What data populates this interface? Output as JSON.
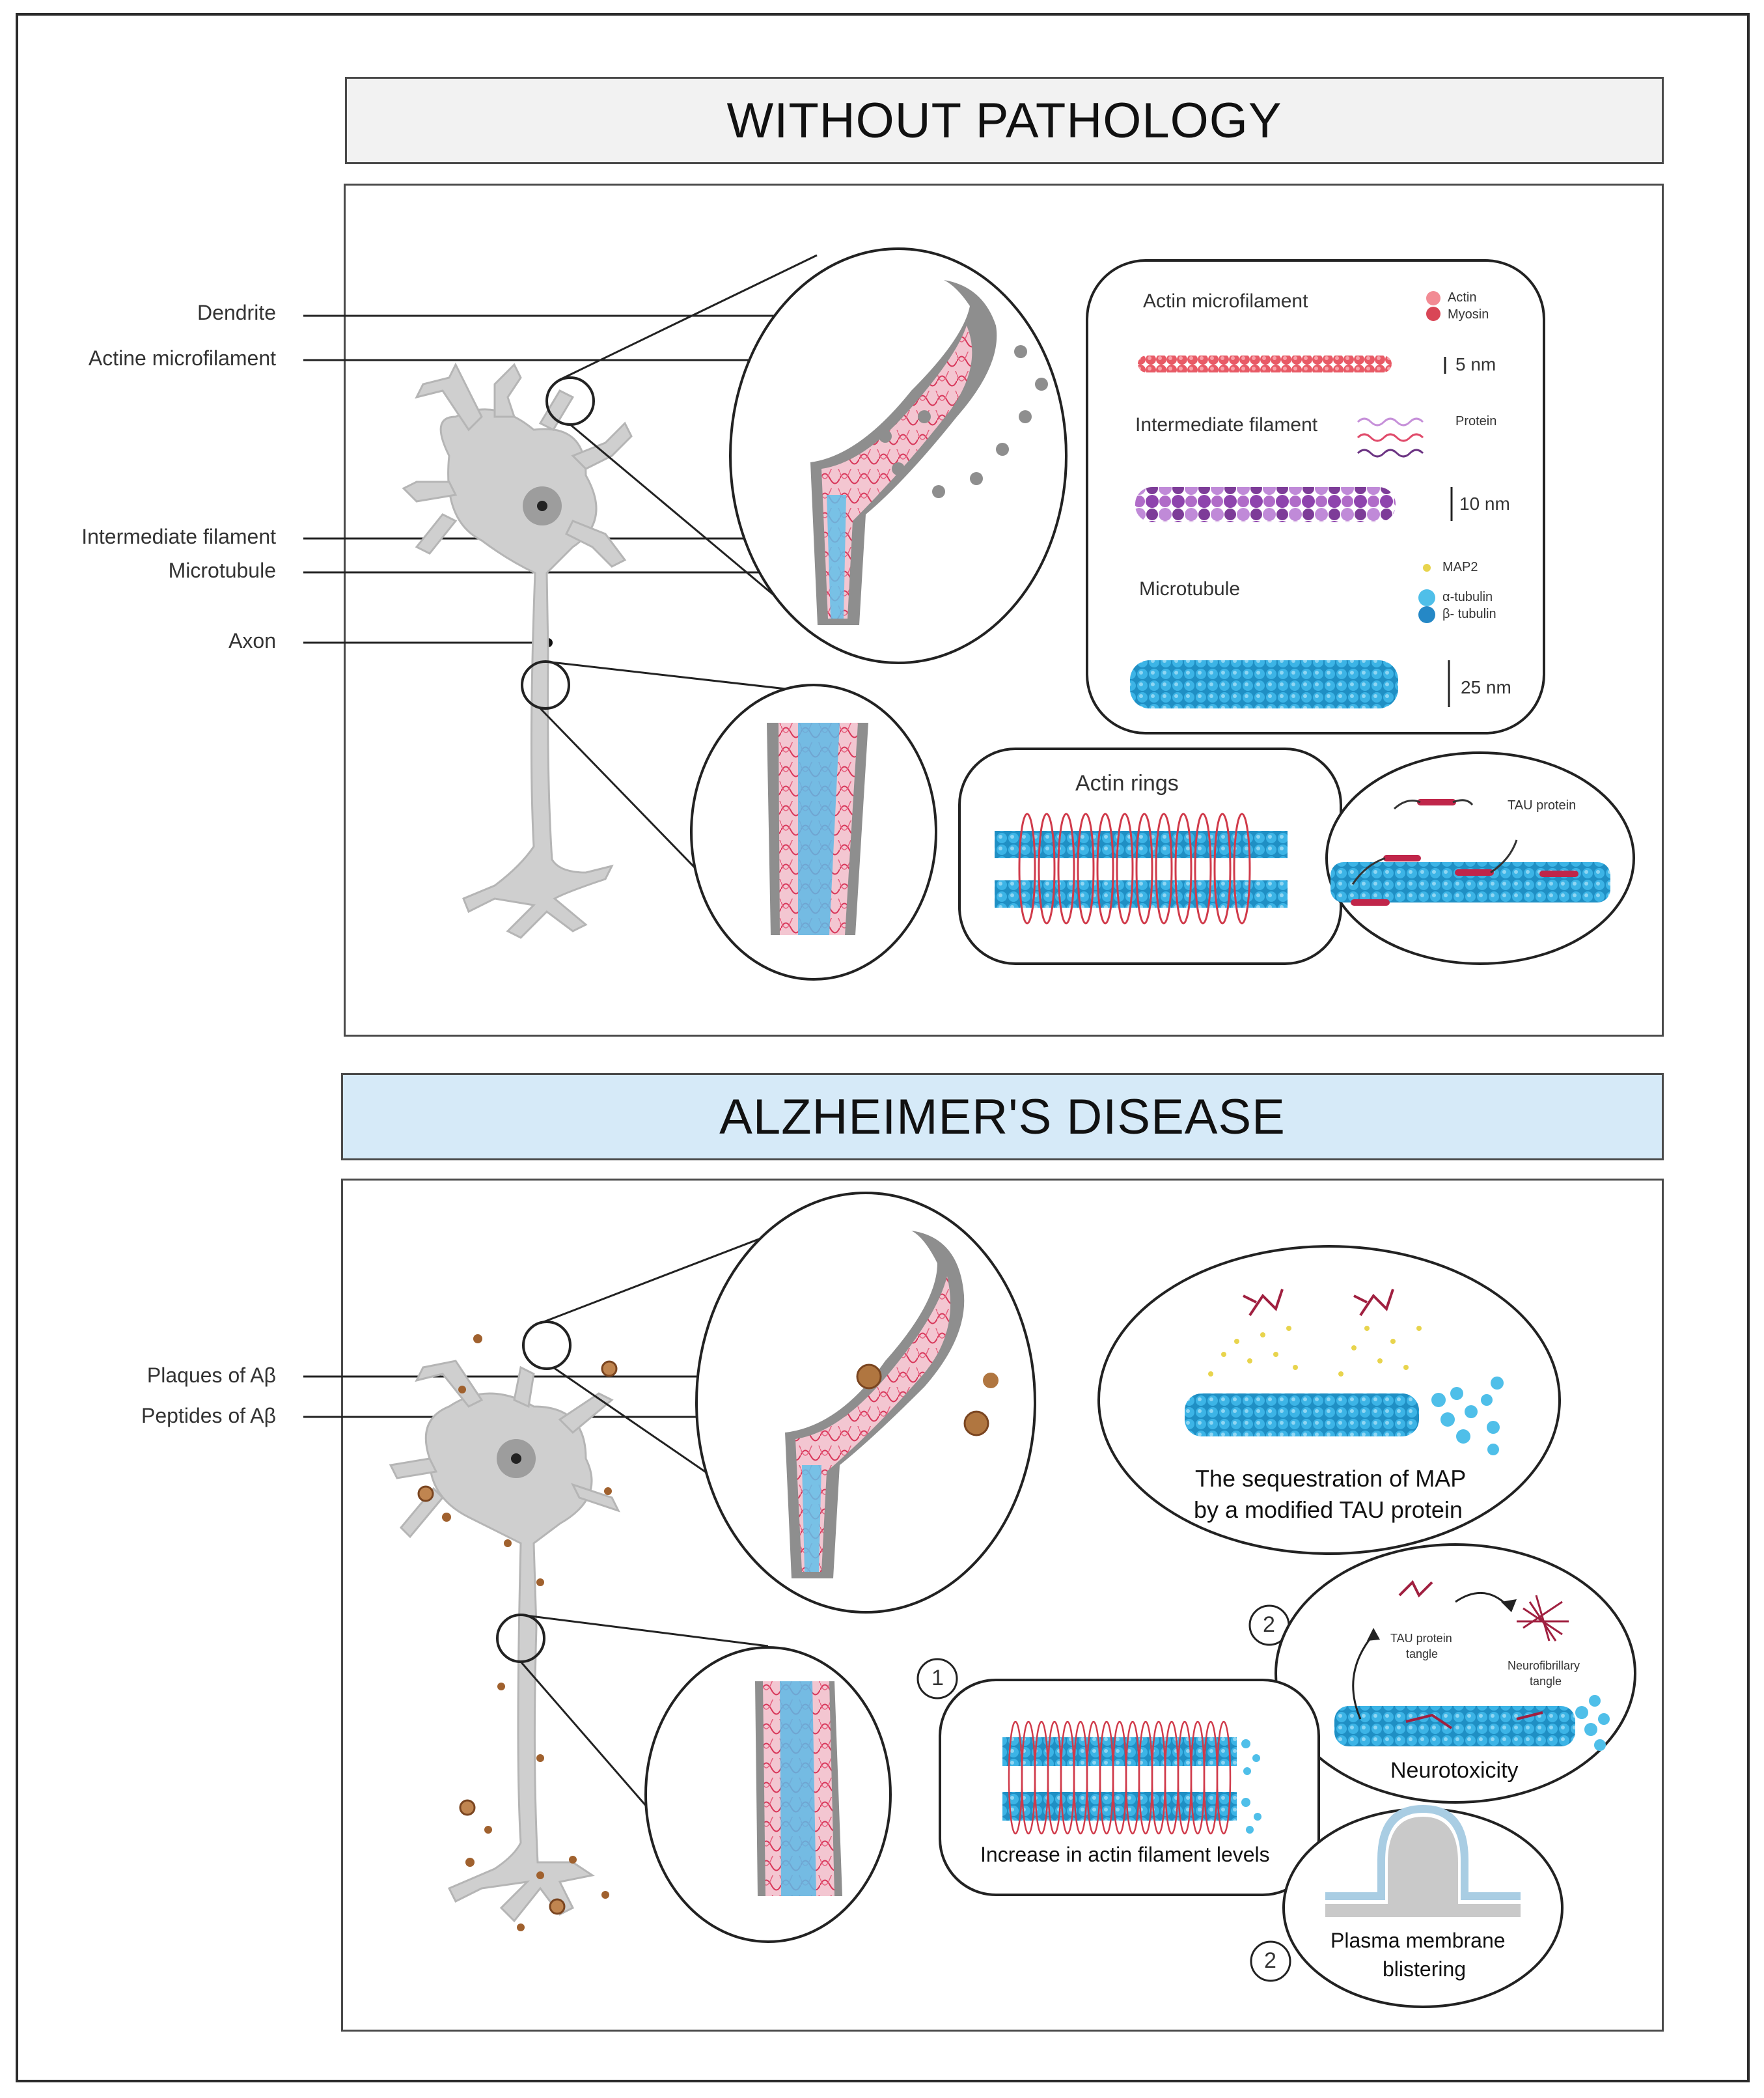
{
  "sections": {
    "healthy_title": "WITHOUT PATHOLOGY",
    "disease_title": "ALZHEIMER'S DISEASE"
  },
  "healthy_labels": {
    "dendrite": "Dendrite",
    "actine": "Actine microfilament",
    "intermediate": "Intermediate filament",
    "microtubule": "Microtubule",
    "axon": "Axon"
  },
  "legend": {
    "actin_title": "Actin microfilament",
    "actin_key_1": "Actin",
    "actin_key_2": "Myosin",
    "actin_size": "5 nm",
    "if_title": "Intermediate filament",
    "if_key": "Protein",
    "if_size": "10 nm",
    "mt_title": "Microtubule",
    "mt_key_1": "MAP2",
    "mt_key_2": "α-tubulin",
    "mt_key_3": "β- tubulin",
    "mt_size": "25 nm"
  },
  "actin_rings": {
    "title": "Actin rings",
    "tau_label": "TAU protein"
  },
  "disease_labels": {
    "plaques": "Plaques of Aβ",
    "peptides": "Peptides of Aβ"
  },
  "sequestration": {
    "line1": "The sequestration of MAP",
    "line2": "by a modified TAU protein"
  },
  "neurotoxicity": {
    "title": "Neurotoxicity",
    "tau_tangle_1": "TAU protein",
    "tau_tangle_2": "tangle",
    "nft_1": "Neurofibrillary",
    "nft_2": "tangle",
    "step": "2"
  },
  "actin_increase": {
    "title": "Increase in actin filament levels",
    "step": "1"
  },
  "blistering": {
    "line1": "Plasma membrane",
    "line2": "blistering",
    "step": "2"
  },
  "colors": {
    "neuron_gray": "#c9c9c9",
    "actin_red": "#e04a5a",
    "tubulin_blue": "#35aee2",
    "if_purple": "#9b59b6",
    "map_yellow": "#e8d44d",
    "amyloid_brown": "#a0612e",
    "disease_banner": "#d6eaf8",
    "healthy_banner": "#f2f2f2"
  }
}
